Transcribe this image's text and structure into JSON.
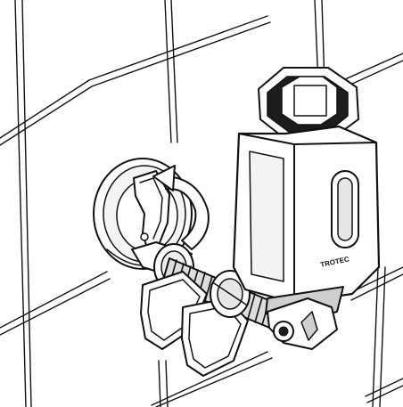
{
  "figure": {
    "brand_text": "TROTEC",
    "colors": {
      "line": "#111111",
      "fill_white": "#ffffff",
      "fill_light": "#eeeeee",
      "fill_mid": "#cfcfcf",
      "fill_dark": "#1c1c1c"
    },
    "icons": [
      "tile-grid",
      "suction-cup",
      "clamp-lever",
      "rotation-arrow",
      "threaded-rod",
      "adjustment-knob",
      "line-laser-device",
      "laser-window",
      "locking-screw"
    ]
  }
}
